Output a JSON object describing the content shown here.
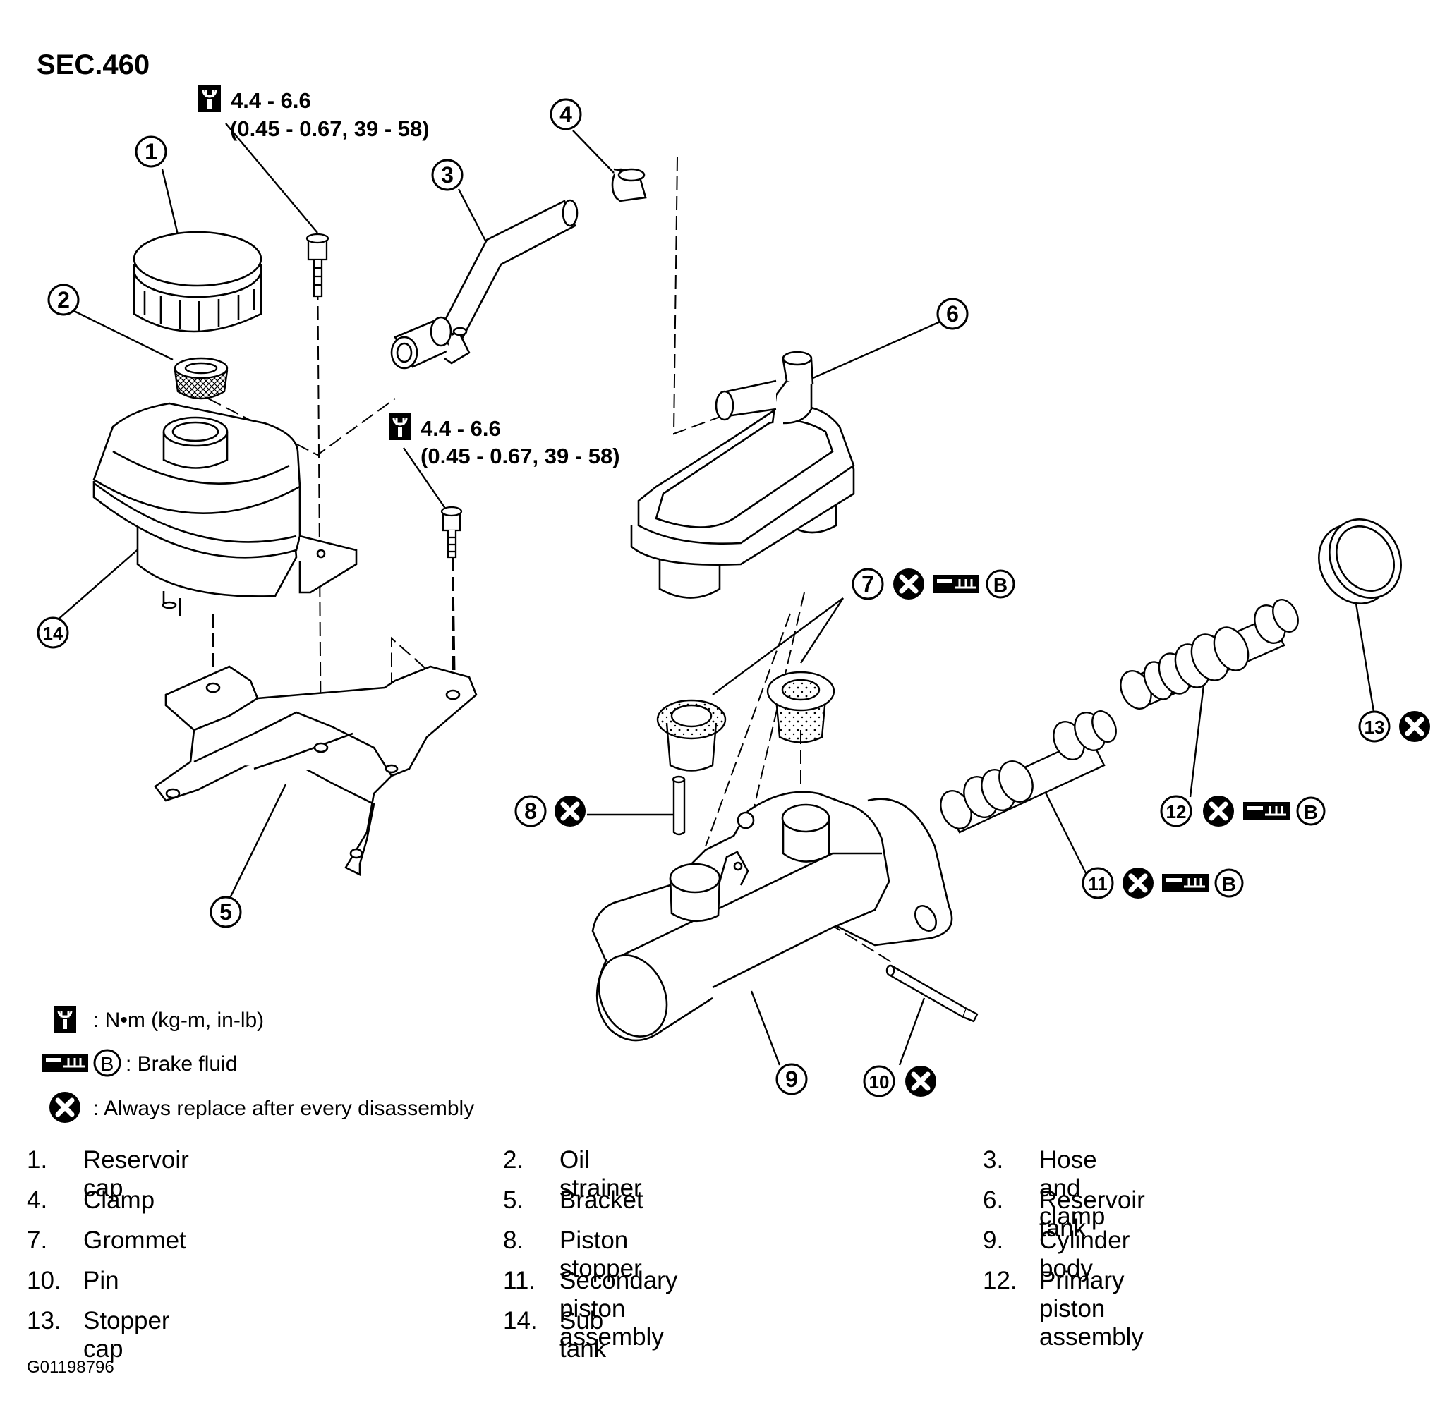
{
  "section": "SEC.460",
  "torque_1": {
    "value": "4.4 - 6.6",
    "alt": "(0.45 - 0.67, 39 - 58)"
  },
  "torque_2": {
    "value": "4.4 - 6.6",
    "alt": "(0.45 - 0.67, 39 - 58)"
  },
  "callouts": [
    "1",
    "2",
    "3",
    "4",
    "5",
    "6",
    "7",
    "8",
    "9",
    "10",
    "11",
    "12",
    "13",
    "14"
  ],
  "legend": {
    "torque_units": ": N•m (kg-m, in-lb)",
    "fluid_letter": "B",
    "brake_fluid": ": Brake fluid",
    "replace": ": Always replace after every disassembly"
  },
  "parts": [
    {
      "num": "1.",
      "name": "Reservoir cap"
    },
    {
      "num": "2.",
      "name": "Oil strainer"
    },
    {
      "num": "3.",
      "name": "Hose and clamp"
    },
    {
      "num": "4.",
      "name": "Clamp"
    },
    {
      "num": "5.",
      "name": "Bracket"
    },
    {
      "num": "6.",
      "name": "Reservoir tank"
    },
    {
      "num": "7.",
      "name": "Grommet"
    },
    {
      "num": "8.",
      "name": "Piston stopper"
    },
    {
      "num": "9.",
      "name": "Cylinder body"
    },
    {
      "num": "10.",
      "name": "Pin"
    },
    {
      "num": "11.",
      "name": "Secondary piston assembly"
    },
    {
      "num": "12.",
      "name": "Primary piston assembly"
    },
    {
      "num": "13.",
      "name": "Stopper cap"
    },
    {
      "num": "14.",
      "name": "Sub tank"
    }
  ],
  "figure_code": "G01198796",
  "icons": {
    "torque": "torque-wrench-icon",
    "fluid": "brake-fluid-icon",
    "replace": "replace-x-icon"
  }
}
